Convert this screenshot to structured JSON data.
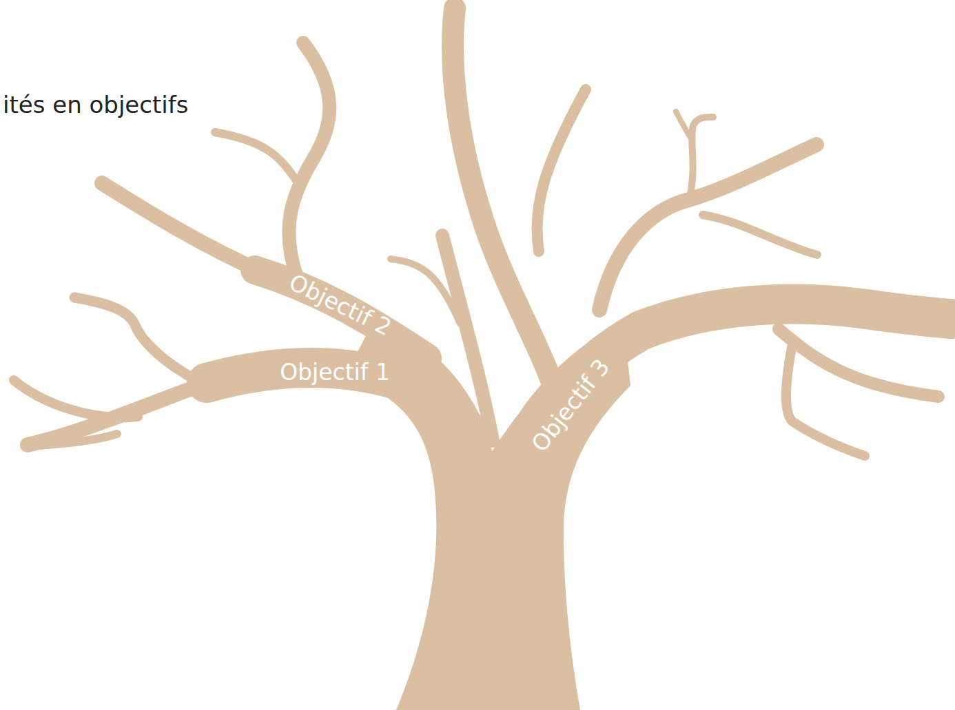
{
  "diagram": {
    "title": "ités en objectifs",
    "labels": [
      "Objectif 2",
      "Objectif 1",
      "Objectif 3"
    ]
  }
}
